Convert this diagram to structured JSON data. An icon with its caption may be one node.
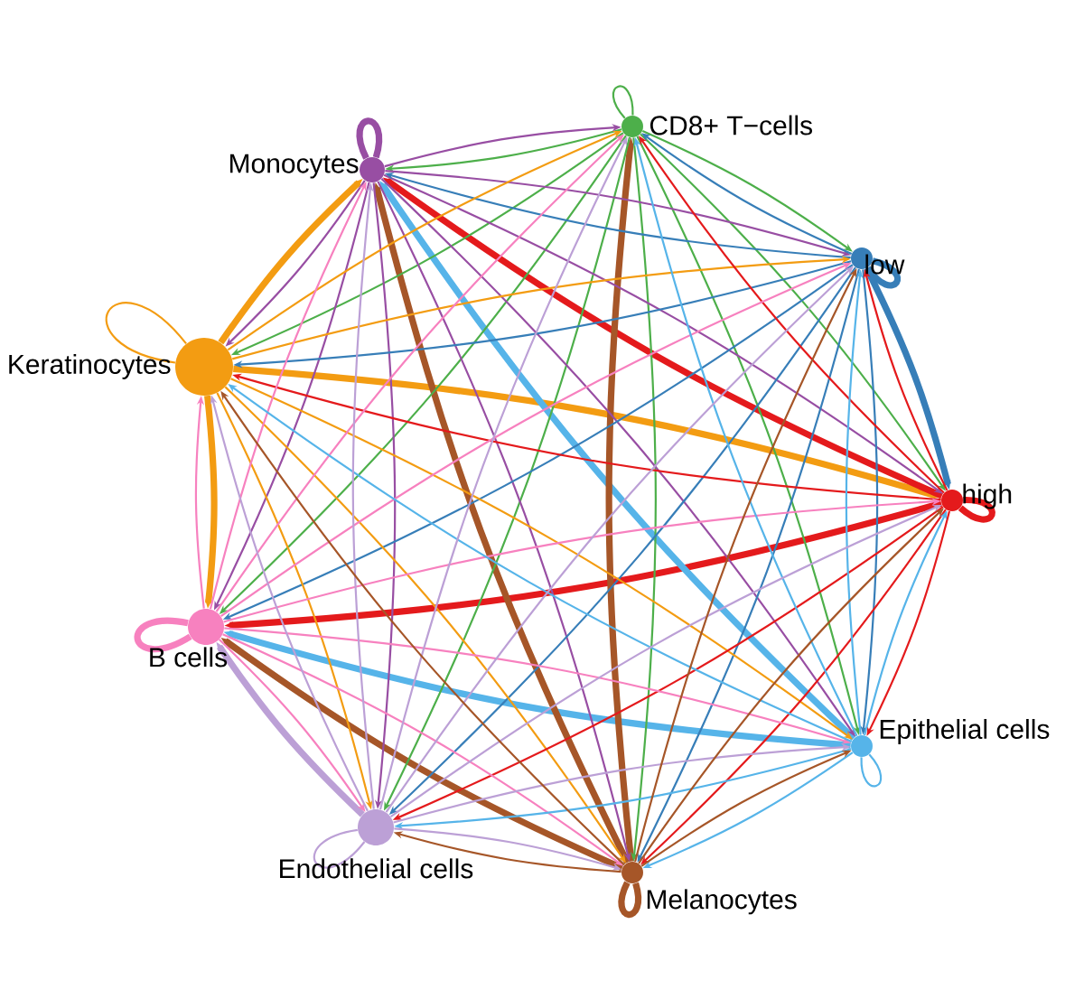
{
  "diagram": {
    "nodes": [
      {
        "text": [
          "CD8+ T−cells"
        ]
      },
      {
        "text": [
          "Monocytes"
        ]
      },
      {
        "text": [
          "low"
        ]
      },
      {
        "text": [
          "Keratinocytes"
        ]
      },
      {
        "text": [
          "high"
        ]
      },
      {
        "text": [
          "B cells"
        ]
      },
      {
        "text": [
          "Epithelial cells"
        ]
      },
      {
        "text": [
          "Endothelial cells"
        ]
      },
      {
        "text": [
          "Melanocytes"
        ]
      }
    ],
    "edges": [
      {
        "from": 0,
        "to": 0,
        "arrow": "none",
        "color": "#4daf4a"
      },
      {
        "from": 0,
        "to": 1,
        "arrow": "to",
        "color": "#4daf4a"
      },
      {
        "from": 0,
        "to": 2,
        "arrow": "to",
        "color": "#4daf4a"
      },
      {
        "from": 0,
        "to": 3,
        "arrow": "to",
        "color": "#4daf4a"
      },
      {
        "from": 0,
        "to": 4,
        "arrow": "to",
        "color": "#4daf4a"
      },
      {
        "from": 0,
        "to": 5,
        "arrow": "to",
        "color": "#4daf4a"
      },
      {
        "from": 0,
        "to": 6,
        "arrow": "to",
        "color": "#4daf4a"
      },
      {
        "from": 0,
        "to": 7,
        "arrow": "to",
        "color": "#4daf4a"
      },
      {
        "from": 0,
        "to": 8,
        "arrow": "to",
        "color": "#4daf4a"
      },
      {
        "from": 1,
        "to": 0,
        "arrow": "to",
        "color": "#984ea3"
      },
      {
        "from": 1,
        "to": 1,
        "arrow": "none",
        "style": "thick",
        "color": "#984ea3"
      },
      {
        "from": 1,
        "to": 2,
        "arrow": "to",
        "color": "#984ea3"
      },
      {
        "from": 1,
        "to": 3,
        "arrow": "to",
        "color": "#984ea3"
      },
      {
        "from": 1,
        "to": 4,
        "arrow": "to",
        "color": "#984ea3"
      },
      {
        "from": 1,
        "to": 5,
        "arrow": "to",
        "color": "#984ea3"
      },
      {
        "from": 1,
        "to": 6,
        "arrow": "to",
        "color": "#984ea3"
      },
      {
        "from": 1,
        "to": 7,
        "arrow": "to",
        "color": "#984ea3"
      },
      {
        "from": 1,
        "to": 8,
        "arrow": "to",
        "color": "#984ea3"
      },
      {
        "from": 2,
        "to": 0,
        "arrow": "to",
        "color": "#377eb8"
      },
      {
        "from": 2,
        "to": 1,
        "arrow": "to",
        "color": "#377eb8"
      },
      {
        "from": 2,
        "to": 2,
        "arrow": "none",
        "style": "thick",
        "color": "#377eb8"
      },
      {
        "from": 2,
        "to": 3,
        "arrow": "to",
        "color": "#377eb8"
      },
      {
        "from": 2,
        "to": 4,
        "arrow": "to",
        "style": "thick",
        "color": "#377eb8"
      },
      {
        "from": 2,
        "to": 5,
        "arrow": "to",
        "color": "#377eb8"
      },
      {
        "from": 2,
        "to": 6,
        "arrow": "to",
        "color": "#377eb8"
      },
      {
        "from": 2,
        "to": 7,
        "arrow": "to",
        "color": "#377eb8"
      },
      {
        "from": 2,
        "to": 8,
        "arrow": "to",
        "color": "#377eb8"
      },
      {
        "from": 3,
        "to": 0,
        "arrow": "to",
        "color": "#f39c12"
      },
      {
        "from": 3,
        "to": 1,
        "arrow": "to",
        "style": "thick",
        "color": "#f39c12"
      },
      {
        "from": 3,
        "to": 2,
        "arrow": "to",
        "color": "#f39c12"
      },
      {
        "from": 3,
        "to": 3,
        "arrow": "none",
        "color": "#f39c12"
      },
      {
        "from": 3,
        "to": 4,
        "arrow": "to",
        "style": "thick",
        "color": "#f39c12"
      },
      {
        "from": 3,
        "to": 5,
        "arrow": "to",
        "style": "thick",
        "color": "#f39c12"
      },
      {
        "from": 3,
        "to": 6,
        "arrow": "to",
        "color": "#f39c12"
      },
      {
        "from": 3,
        "to": 7,
        "arrow": "to",
        "color": "#f39c12"
      },
      {
        "from": 3,
        "to": 8,
        "arrow": "to",
        "color": "#f39c12"
      },
      {
        "from": 4,
        "to": 0,
        "arrow": "to",
        "color": "#e41a1c"
      },
      {
        "from": 4,
        "to": 1,
        "arrow": "to",
        "style": "thick",
        "color": "#e41a1c"
      },
      {
        "from": 4,
        "to": 2,
        "arrow": "to",
        "color": "#e41a1c"
      },
      {
        "from": 4,
        "to": 3,
        "arrow": "to",
        "color": "#e41a1c"
      },
      {
        "from": 4,
        "to": 4,
        "arrow": "none",
        "style": "thick",
        "color": "#e41a1c"
      },
      {
        "from": 4,
        "to": 5,
        "arrow": "to",
        "style": "thick",
        "color": "#e41a1c"
      },
      {
        "from": 4,
        "to": 6,
        "arrow": "to",
        "color": "#e41a1c"
      },
      {
        "from": 4,
        "to": 7,
        "arrow": "to",
        "color": "#e41a1c"
      },
      {
        "from": 4,
        "to": 8,
        "arrow": "to",
        "color": "#e41a1c"
      },
      {
        "from": 5,
        "to": 0,
        "arrow": "to",
        "color": "#f781bf"
      },
      {
        "from": 5,
        "to": 1,
        "arrow": "to",
        "color": "#f781bf"
      },
      {
        "from": 5,
        "to": 2,
        "arrow": "to",
        "color": "#f781bf"
      },
      {
        "from": 5,
        "to": 3,
        "arrow": "to",
        "color": "#f781bf"
      },
      {
        "from": 5,
        "to": 4,
        "arrow": "to",
        "color": "#f781bf"
      },
      {
        "from": 5,
        "to": 5,
        "arrow": "none",
        "style": "thick",
        "color": "#f781bf"
      },
      {
        "from": 5,
        "to": 6,
        "arrow": "to",
        "color": "#f781bf"
      },
      {
        "from": 5,
        "to": 7,
        "arrow": "to",
        "color": "#f781bf"
      },
      {
        "from": 5,
        "to": 8,
        "arrow": "to",
        "color": "#f781bf"
      },
      {
        "from": 6,
        "to": 0,
        "arrow": "to",
        "color": "#56b4e9"
      },
      {
        "from": 6,
        "to": 1,
        "arrow": "to",
        "style": "thick",
        "color": "#56b4e9"
      },
      {
        "from": 6,
        "to": 2,
        "arrow": "to",
        "color": "#56b4e9"
      },
      {
        "from": 6,
        "to": 3,
        "arrow": "to",
        "color": "#56b4e9"
      },
      {
        "from": 6,
        "to": 4,
        "arrow": "to",
        "color": "#56b4e9"
      },
      {
        "from": 6,
        "to": 5,
        "arrow": "to",
        "style": "thick",
        "color": "#56b4e9"
      },
      {
        "from": 6,
        "to": 6,
        "arrow": "none",
        "color": "#56b4e9"
      },
      {
        "from": 6,
        "to": 7,
        "arrow": "to",
        "color": "#56b4e9"
      },
      {
        "from": 6,
        "to": 8,
        "arrow": "to",
        "color": "#56b4e9"
      },
      {
        "from": 7,
        "to": 0,
        "arrow": "to",
        "color": "#bca0d6"
      },
      {
        "from": 7,
        "to": 1,
        "arrow": "to",
        "color": "#bca0d6"
      },
      {
        "from": 7,
        "to": 2,
        "arrow": "to",
        "color": "#bca0d6"
      },
      {
        "from": 7,
        "to": 3,
        "arrow": "to",
        "color": "#bca0d6"
      },
      {
        "from": 7,
        "to": 4,
        "arrow": "to",
        "color": "#bca0d6"
      },
      {
        "from": 7,
        "to": 5,
        "arrow": "to",
        "style": "thick",
        "color": "#bca0d6"
      },
      {
        "from": 7,
        "to": 6,
        "arrow": "to",
        "color": "#bca0d6"
      },
      {
        "from": 7,
        "to": 7,
        "arrow": "none",
        "color": "#bca0d6"
      },
      {
        "from": 7,
        "to": 8,
        "arrow": "to",
        "color": "#bca0d6"
      },
      {
        "from": 8,
        "to": 0,
        "arrow": "to",
        "style": "thick",
        "color": "#a65628"
      },
      {
        "from": 8,
        "to": 1,
        "arrow": "to",
        "style": "thick",
        "color": "#a65628"
      },
      {
        "from": 8,
        "to": 2,
        "arrow": "to",
        "color": "#a65628"
      },
      {
        "from": 8,
        "to": 3,
        "arrow": "to",
        "color": "#a65628"
      },
      {
        "from": 8,
        "to": 4,
        "arrow": "to",
        "color": "#a65628"
      },
      {
        "from": 8,
        "to": 5,
        "arrow": "to",
        "style": "thick",
        "color": "#a65628"
      },
      {
        "from": 8,
        "to": 6,
        "arrow": "to",
        "color": "#a65628"
      },
      {
        "from": 8,
        "to": 7,
        "arrow": "to",
        "color": "#a65628"
      },
      {
        "from": 8,
        "to": 8,
        "arrow": "none",
        "style": "thick",
        "color": "#a65628"
      }
    ]
  }
}
